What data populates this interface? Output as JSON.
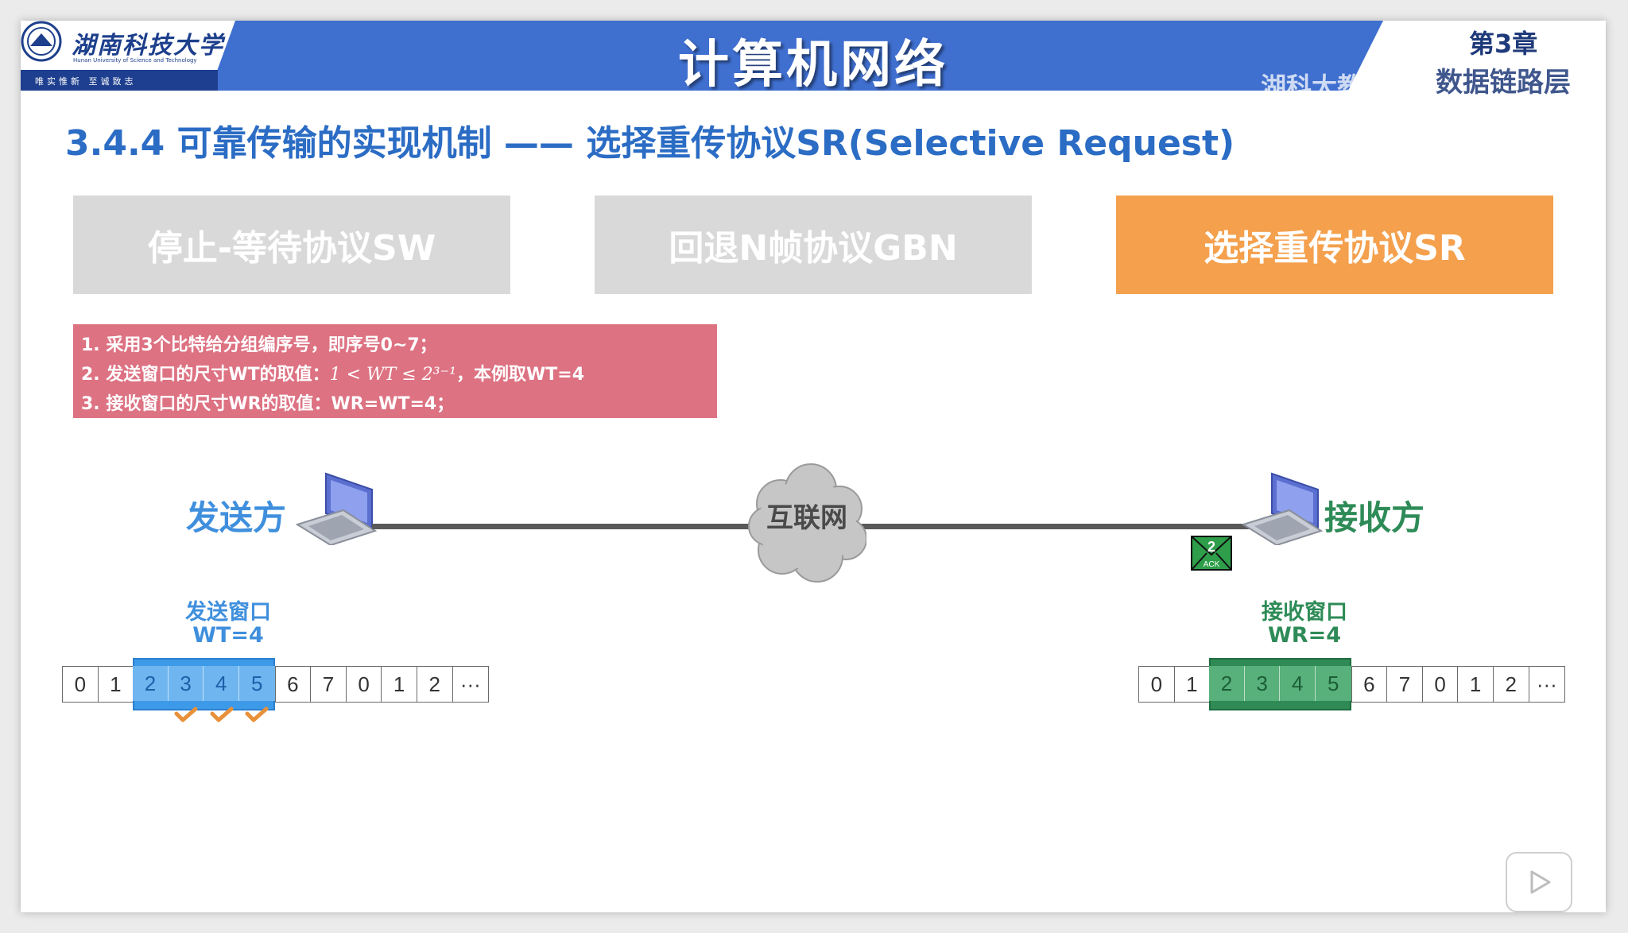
{
  "header": {
    "university_name": "湖南科技大学",
    "university_en": "Hunan University of Science and Technology",
    "motto": "唯实惟新  至诚致志",
    "course_title": "计算机网络",
    "chapter": "第3章",
    "chapter_subtitle": "数据链路层",
    "watermark": "湖科大教书匠"
  },
  "section_title": "3.4.4 可靠传输的实现机制 —— 选择重传协议SR(Selective Request)",
  "protocol_tabs": [
    {
      "label": "停止-等待协议SW",
      "active": false
    },
    {
      "label": "回退N帧协议GBN",
      "active": false
    },
    {
      "label": "选择重传协议SR",
      "active": true
    }
  ],
  "rules": {
    "rule1": "1. 采用3个比特给分组编序号，即序号0~7；",
    "rule2_prefix": "2. 发送窗口的尺寸WT的取值：",
    "rule2_formula": "1 < WT ≤ 2³⁻¹",
    "rule2_suffix": "，本例取WT=4",
    "rule3": "3. 接收窗口的尺寸WR的取值：WR=WT=4；"
  },
  "network": {
    "sender_label": "发送方",
    "receiver_label": "接收方",
    "cloud_label": "互联网",
    "ack_number": "2",
    "ack_text": "ACK"
  },
  "sender_window": {
    "title": "发送窗口",
    "size_label": "WT=4",
    "sequence": [
      "0",
      "1",
      "2",
      "3",
      "4",
      "5",
      "6",
      "7",
      "0",
      "1",
      "2",
      "···"
    ],
    "window_start": 2,
    "window_size": 4,
    "acked": [
      3,
      4,
      5
    ],
    "color": "#3d9ae8"
  },
  "receiver_window": {
    "title": "接收窗口",
    "size_label": "WR=4",
    "sequence": [
      "0",
      "1",
      "2",
      "3",
      "4",
      "5",
      "6",
      "7",
      "0",
      "1",
      "2",
      "···"
    ],
    "window_start": 2,
    "window_size": 4,
    "color": "#2f8a55"
  },
  "colors": {
    "header_blue": "#3f6fcf",
    "title_blue": "#2b6cc4",
    "active_tab": "#f4a04d",
    "inactive_tab": "#d9d9d9",
    "rules_bg": "#dd7282"
  }
}
